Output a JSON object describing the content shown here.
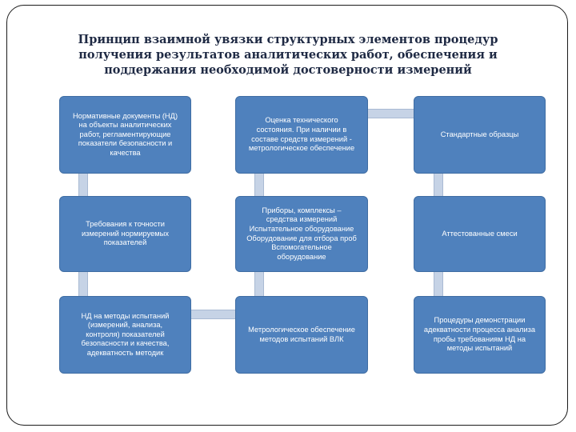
{
  "title": [
    "Принцип взаимной увязки структурных элементов процедур",
    "получения результатов аналитических работ, обеспечения и",
    "поддержания необходимой достоверности измерений"
  ],
  "boxes": {
    "nd_docs": [
      "Нормативные документы (НД)",
      "на объекты аналитических",
      "работ, регламентирующие",
      "показатели безопасности и",
      "качества"
    ],
    "tech_state": [
      "Оценка технического",
      "состояния. При наличии в",
      "составе средств измерений -",
      "метрологическое обеспечение"
    ],
    "std_samples": [
      "Стандартные образцы"
    ],
    "accuracy_req": [
      "Требования к точности",
      "измерений нормируемых",
      "показателей"
    ],
    "instruments": [
      "Приборы, комплексы –",
      "средства измерений",
      "Испытательное оборудование",
      "Оборудование для отбора проб",
      "Вспомогательное",
      "оборудование"
    ],
    "certified_mix": [
      "Аттестованные смеси"
    ],
    "nd_methods": [
      "НД на методы испытаний",
      "(измерений, анализа,",
      "контроля) показателей",
      "безопасности и качества,",
      "адекватность методик"
    ],
    "metro_vlk": [
      "Метрологическое обеспечение",
      "методов испытаний ВЛК"
    ],
    "demo_proc": [
      "Процедуры демонстрации",
      "адекватности процесса анализа",
      "пробы требованиям НД на",
      "методы испытаний"
    ]
  }
}
